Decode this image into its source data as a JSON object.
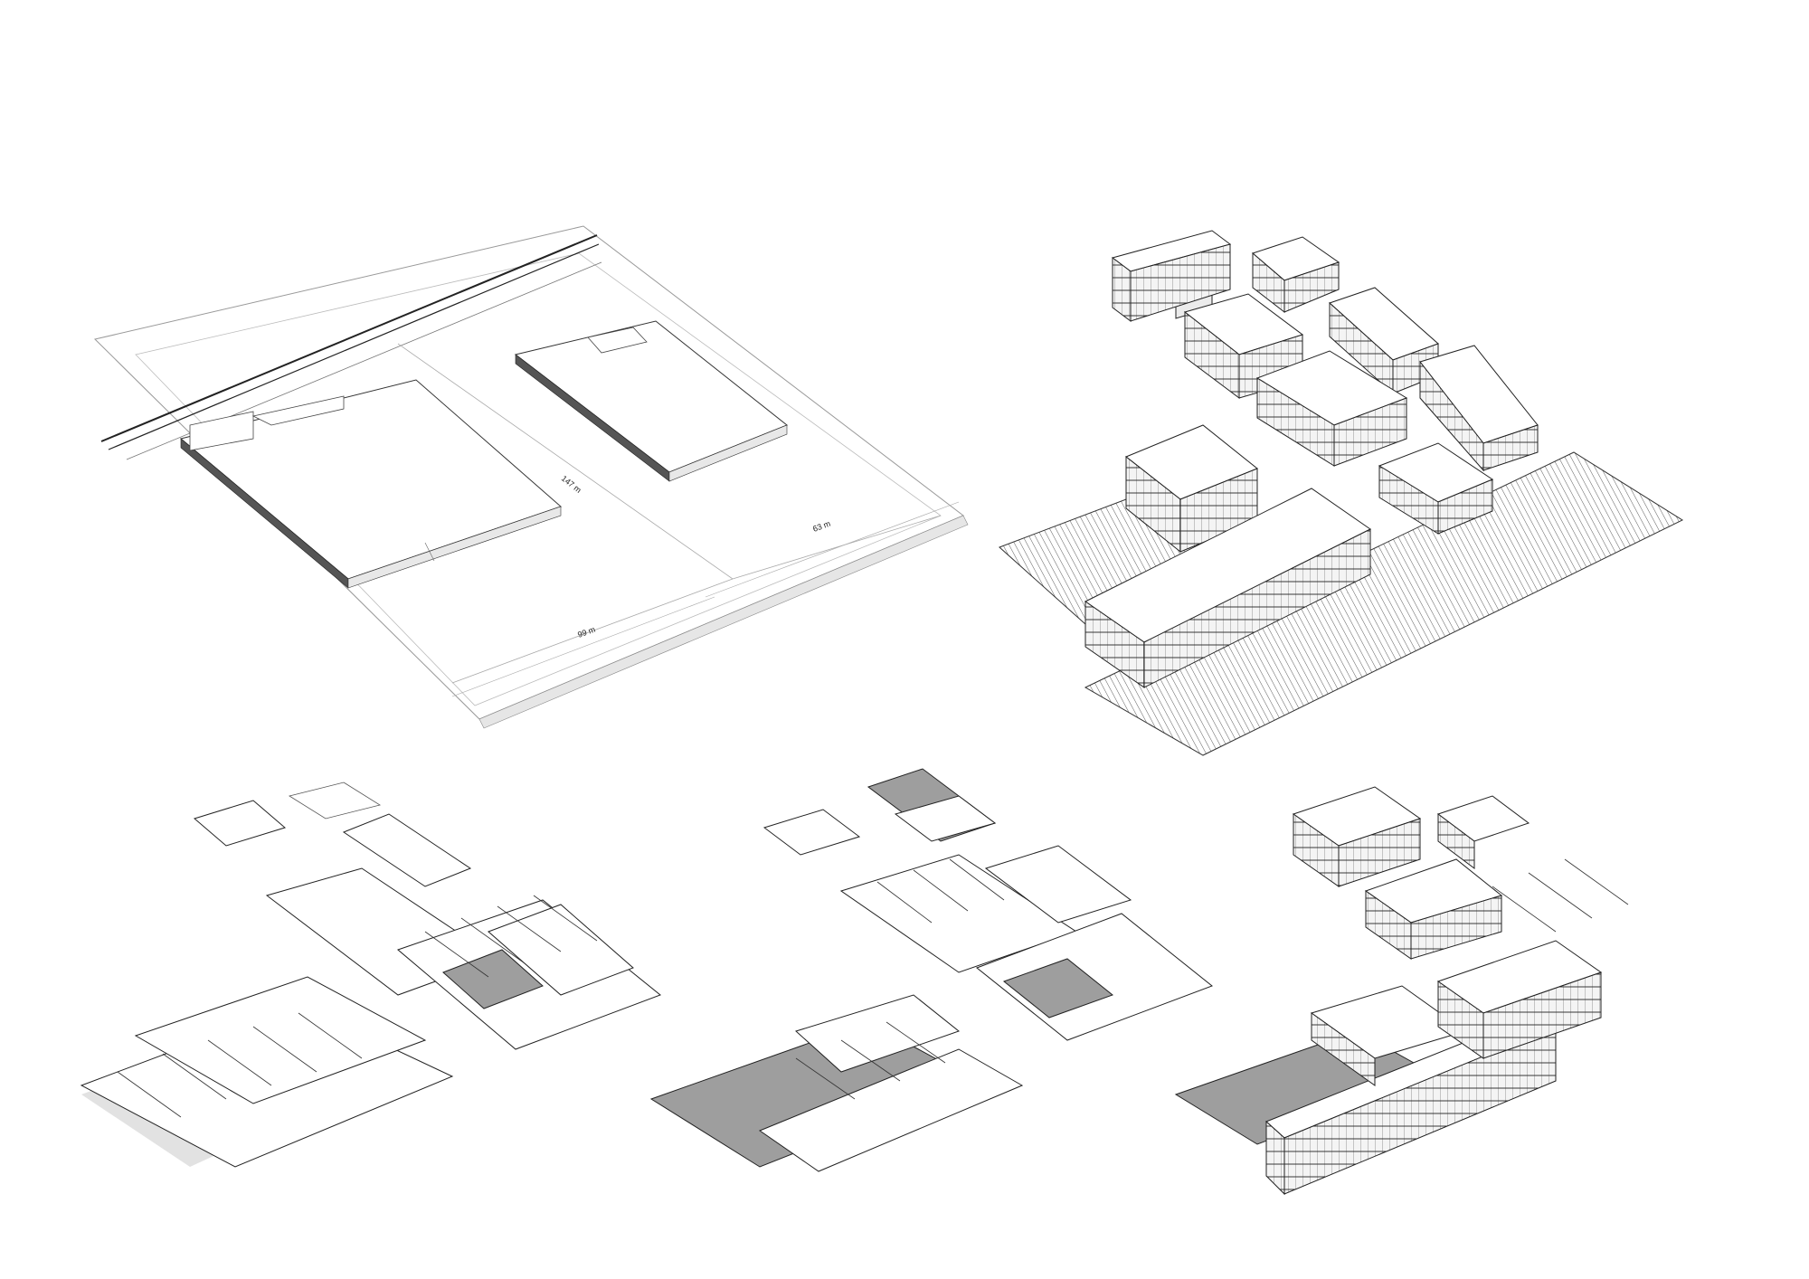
{
  "site_plan": {
    "dimensions": {
      "length_147": "147 m",
      "width_63": "63 m",
      "width_99": "99 m"
    }
  },
  "colors": {
    "line": "#1a1a1a",
    "thin_line": "#888888",
    "roof": "#ffffff",
    "shadow": "#d9d9d9",
    "floor_fill": "#9e9e9e",
    "facade": "#f2f2f2"
  },
  "views": [
    {
      "name": "site-plan-axonometric"
    },
    {
      "name": "full-complex-axonometric"
    },
    {
      "name": "ground-floor-axonometric"
    },
    {
      "name": "upper-floor-axonometric"
    },
    {
      "name": "roof-level-axonometric"
    }
  ]
}
